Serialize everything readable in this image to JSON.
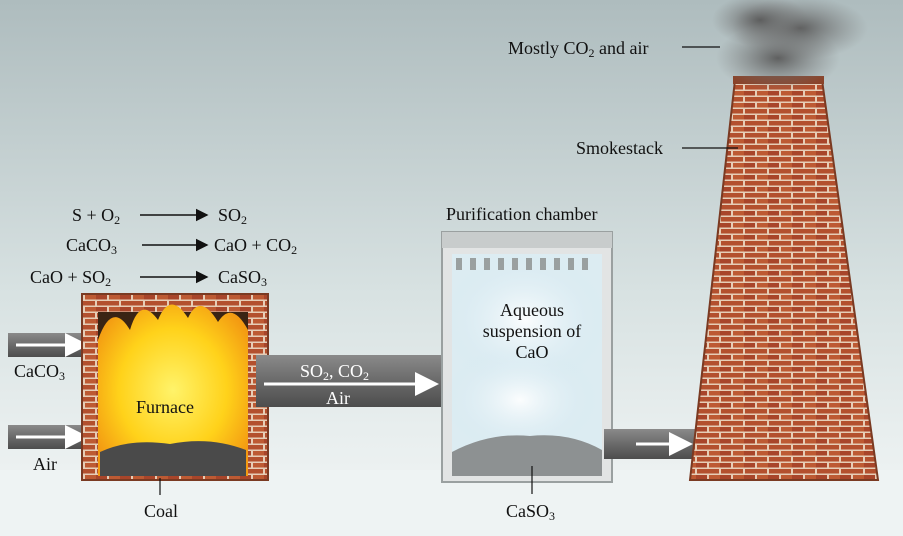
{
  "equations": [
    {
      "lhs": [
        "S + O",
        "2",
        ""
      ],
      "rhs": [
        "SO",
        "2",
        ""
      ]
    },
    {
      "lhs": [
        "CaCO",
        "3",
        ""
      ],
      "rhs": [
        "CaO + CO",
        "2",
        ""
      ]
    },
    {
      "lhs": [
        "CaO + SO",
        "2",
        ""
      ],
      "rhs": [
        "CaSO",
        "3",
        ""
      ]
    }
  ],
  "labels": {
    "furnace": "Furnace",
    "coal": "Coal",
    "air_in": "Air",
    "caco3_in": [
      "CaCO",
      "3"
    ],
    "pipe_gas": [
      "SO",
      "2",
      ", CO",
      "2"
    ],
    "pipe_air": "Air",
    "purification_chamber": "Purification chamber",
    "suspension": [
      "Aqueous",
      "suspension of",
      "CaO"
    ],
    "caso3": [
      "CaSO",
      "3"
    ],
    "smokestack": "Smokestack",
    "exhaust": [
      "Mostly CO",
      "2",
      " and air"
    ]
  },
  "colors": {
    "brick": "#b3502e",
    "mortar": "#e9d3bf",
    "pipe": "#6c6c6c",
    "flame": "#ffd21a",
    "steam": "#cfe6f0"
  }
}
